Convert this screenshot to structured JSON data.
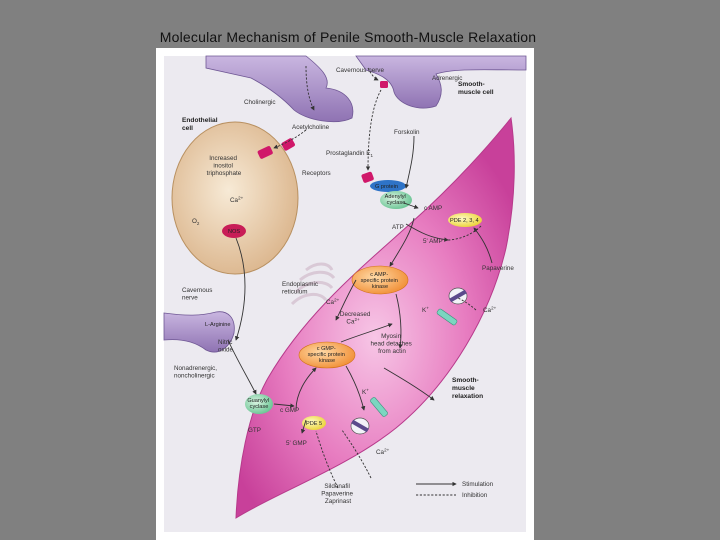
{
  "slide": {
    "title": "Molecular Mechanism of Penile Smooth-Muscle Relaxation"
  },
  "diagram": {
    "cavernous_nerve_top": "Cavernous nerve",
    "adrenergic": "Adrenergic",
    "smooth_muscle_cell": [
      "Smooth-",
      "muscle cell"
    ],
    "cholinergic": "Cholinergic",
    "endothelial_cell": [
      "Endothelial",
      "cell"
    ],
    "acetylcholine": "Acetylcholine",
    "forskolin": "Forskolin",
    "increased_inositol": [
      "Increased",
      "inositol",
      "triphosphate"
    ],
    "prostaglandin": "Prostaglandin E",
    "prostaglandin_sub": "1",
    "receptors": "Receptors",
    "g_protein": "G protein",
    "adenylyl_cyclase": [
      "Adenylyl",
      "cyclase"
    ],
    "ca_endo": "Ca",
    "ca_endo_sup": "2+",
    "o2": "O",
    "o2_sub": "2",
    "nos": "NOS",
    "camp": "c AMP",
    "pde_234": "PDE 2, 3, 4",
    "atp": "ATP",
    "five_amp": "5' AMP",
    "papaverine": "Papaverine",
    "endoplasmic_reticulum": [
      "Endoplasmic",
      "reticulum"
    ],
    "camp_kinase": [
      "c AMP-",
      "specific protein",
      "kinase"
    ],
    "cavernous_nerve_left": [
      "Cavernous",
      "nerve"
    ],
    "ca_er": "Ca",
    "ca_er_sup": "2+",
    "k_top": "K",
    "k_top_sup": "+",
    "ca_right": "Ca",
    "ca_right_sup": "2+",
    "decreased_ca": [
      "Decreased",
      "Ca"
    ],
    "decreased_ca_sup": "2+",
    "l_arginine": "L-Arginine",
    "myosin": [
      "Myosin",
      "head detaches",
      "from actin"
    ],
    "nitric_oxide": [
      "Nitric",
      "oxide"
    ],
    "cgmp_kinase": [
      "c GMP-",
      "specific protein",
      "kinase"
    ],
    "nonadrenergic": [
      "Nonadrenergic,",
      "noncholinergic"
    ],
    "smooth_muscle_relaxation": [
      "Smooth-",
      "muscle",
      "relaxation"
    ],
    "k_bottom": "K",
    "k_bottom_sup": "+",
    "guanylyl_cyclase": [
      "Guanylyl",
      "cyclase"
    ],
    "cgmp": "c GMP",
    "gtp": "GTP",
    "pde5": "PDE 5",
    "five_gmp": "5' GMP",
    "ca_bottom": "Ca",
    "ca_bottom_sup": "2+",
    "inhibitors": [
      "Sildenafil",
      "Papaverine",
      "Zaprinast"
    ],
    "legend_stimulation": "Stimulation",
    "legend_inhibition": "Inhibition"
  },
  "colors": {
    "background": "#808080",
    "smooth_muscle": "#e46fb8",
    "endothelial": "#ecd1ad",
    "nerve": "#a991c6",
    "kinase": "#f6a24a",
    "pde": "#f3e35a",
    "enzyme": "#7fd0a0",
    "receptor": "#d0186a"
  }
}
